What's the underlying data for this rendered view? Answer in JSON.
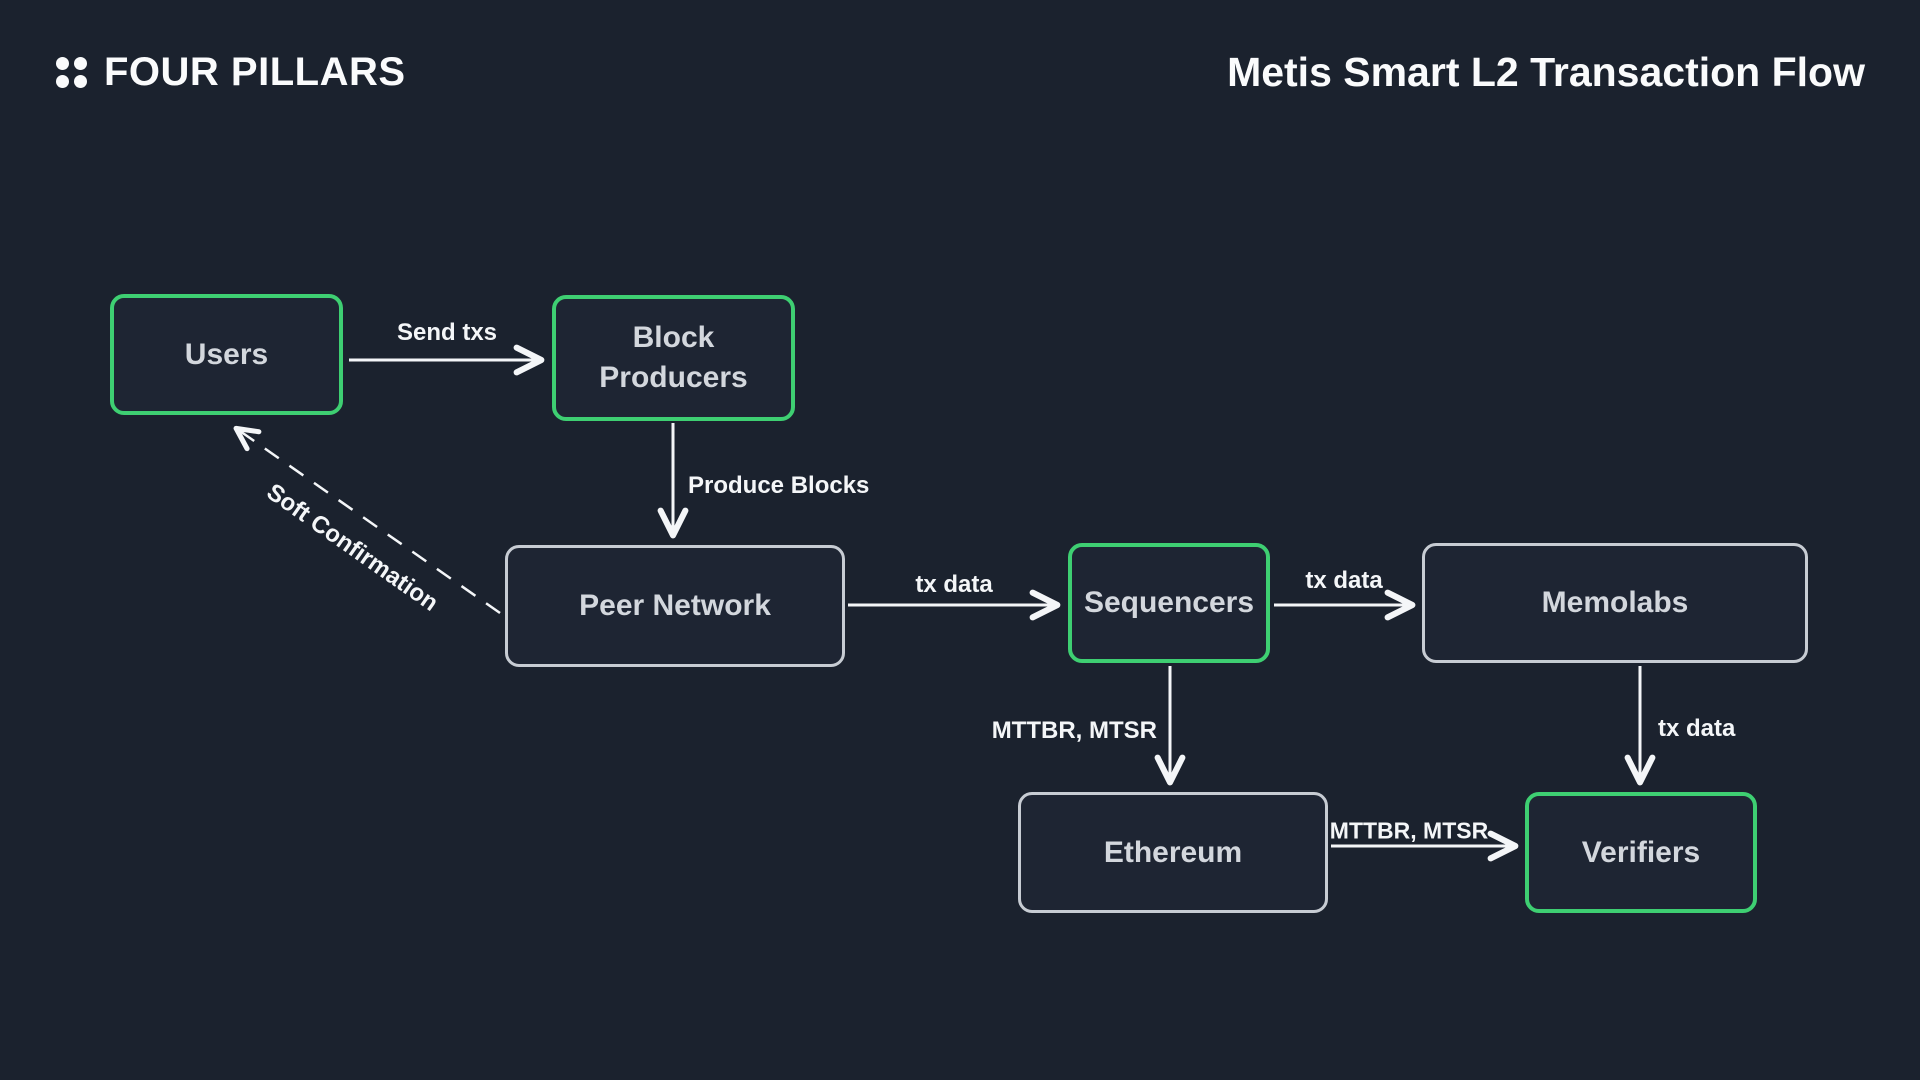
{
  "header": {
    "logo_text": "FOUR PILLARS",
    "title": "Metis Smart L2 Transaction Flow"
  },
  "colors": {
    "background": "#1b222e",
    "node_fill": "#1e2533",
    "green_border": "#3ecf72",
    "gray_border": "#c7ccd3",
    "node_text": "#d3d7dd",
    "edge_label_text": "#f4f6f8",
    "arrow": "#f4f6f8",
    "logo_dot": "#fafbfc"
  },
  "icons": {
    "logo_icon": "four-dots-grid-icon"
  },
  "nodes": [
    {
      "id": "users",
      "label": "Users",
      "border": "green"
    },
    {
      "id": "block-producers",
      "label": "Block Producers",
      "border": "green"
    },
    {
      "id": "peer-network",
      "label": "Peer Network",
      "border": "gray"
    },
    {
      "id": "sequencers",
      "label": "Sequencers",
      "border": "green"
    },
    {
      "id": "memolabs",
      "label": "Memolabs",
      "border": "gray"
    },
    {
      "id": "ethereum",
      "label": "Ethereum",
      "border": "gray"
    },
    {
      "id": "verifiers",
      "label": "Verifiers",
      "border": "green"
    }
  ],
  "edges": [
    {
      "from": "users",
      "to": "block-producers",
      "label": "Send txs",
      "style": "solid"
    },
    {
      "from": "block-producers",
      "to": "peer-network",
      "label": "Produce Blocks",
      "style": "solid"
    },
    {
      "from": "peer-network",
      "to": "users",
      "label": "Soft Confirmation",
      "style": "dashed"
    },
    {
      "from": "peer-network",
      "to": "sequencers",
      "label": "tx data",
      "style": "solid"
    },
    {
      "from": "sequencers",
      "to": "memolabs",
      "label": "tx data",
      "style": "solid"
    },
    {
      "from": "sequencers",
      "to": "ethereum",
      "label": "MTTBR, MTSR",
      "style": "solid"
    },
    {
      "from": "memolabs",
      "to": "verifiers",
      "label": "tx data",
      "style": "solid"
    },
    {
      "from": "ethereum",
      "to": "verifiers",
      "label": "MTTBR, MTSR",
      "style": "solid"
    }
  ]
}
